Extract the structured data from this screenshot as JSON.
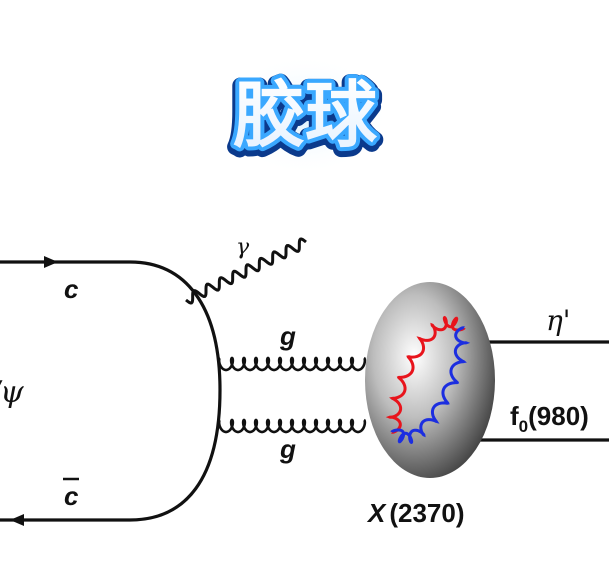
{
  "title": "胶球",
  "diagram": {
    "quark_top": "c",
    "quark_bottom": "c",
    "initial_state": "J/ψ",
    "photon": "γ",
    "gluon_top": "g",
    "gluon_bottom": "g",
    "resonance_name": "X",
    "resonance_mass": "(2370)",
    "final_top": "η'",
    "final_bottom_main": "f",
    "final_bottom_sub": "0",
    "final_bottom_mass": "(980)"
  },
  "colors": {
    "line": "#111111",
    "gluon_red": "#e8141c",
    "gluon_blue": "#1c2ee0",
    "title_glow": "#3aa8ff",
    "title_fill": "#ffffff"
  }
}
